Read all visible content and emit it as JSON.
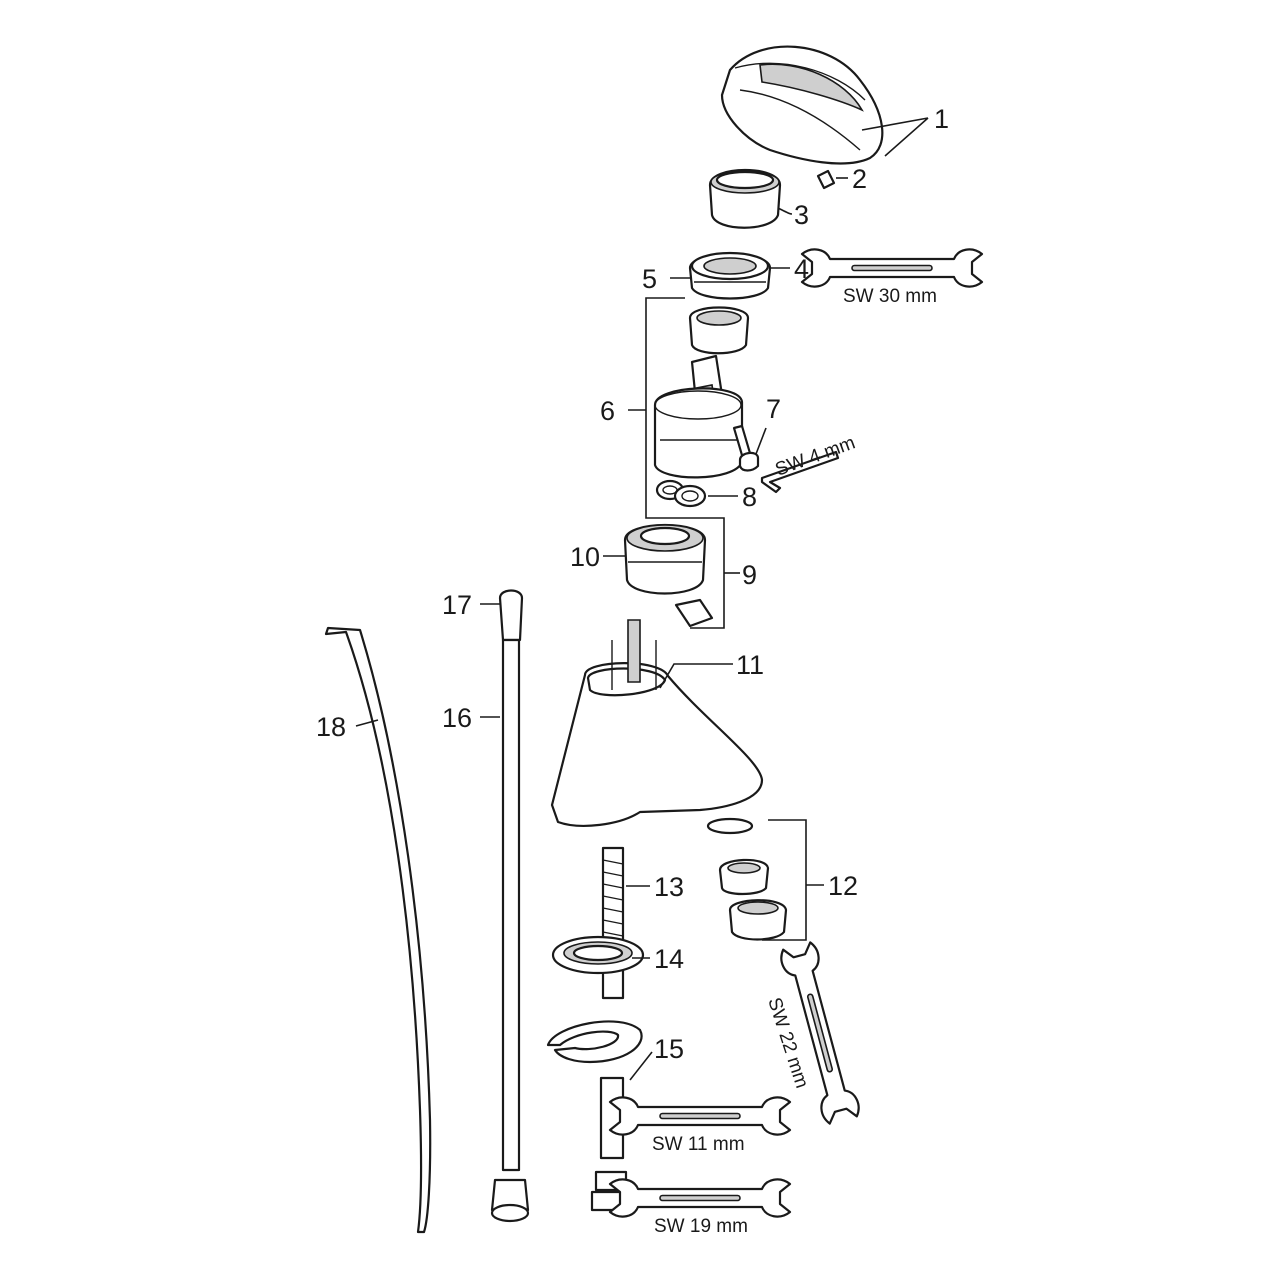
{
  "callouts": {
    "c1": "1",
    "c2": "2",
    "c3": "3",
    "c4": "4",
    "c5": "5",
    "c6": "6",
    "c7": "7",
    "c8": "8",
    "c9": "9",
    "c10": "10",
    "c11": "11",
    "c12": "12",
    "c13": "13",
    "c14": "14",
    "c15": "15",
    "c16": "16",
    "c17": "17",
    "c18": "18"
  },
  "tool_sizes": {
    "wrench_30": "SW 30 mm",
    "hex_key_4": "SW 4 mm",
    "wrench_22": "SW 22 mm",
    "wrench_11": "SW 11 mm",
    "wrench_19": "SW 19 mm"
  },
  "colors": {
    "line": "#1a1a1a",
    "shade": "#cfcfcf",
    "background": "#ffffff"
  }
}
